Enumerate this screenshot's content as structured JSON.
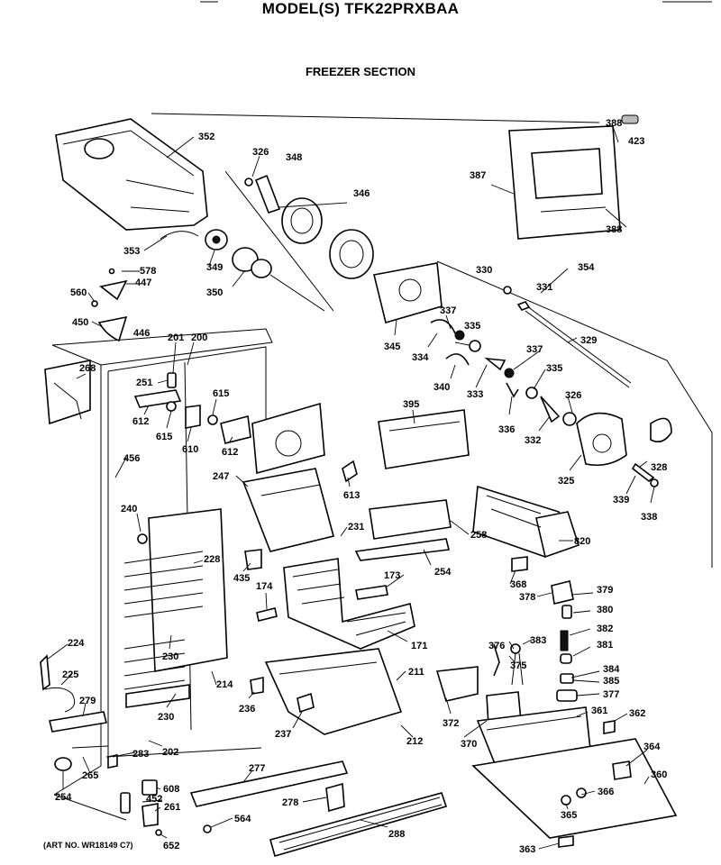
{
  "header": {
    "model_title": "MODEL(S) TFK22PRXBAA",
    "section_title": "FREEZER SECTION"
  },
  "footer": {
    "art_no": "(ART NO. WR18149 C7)"
  },
  "part_labels": [
    "352",
    "326",
    "348",
    "346",
    "388",
    "423",
    "387",
    "388",
    "353",
    "349",
    "350",
    "578",
    "447",
    "560",
    "450",
    "446",
    "345",
    "330",
    "354",
    "331",
    "337",
    "335",
    "329",
    "334",
    "337",
    "335",
    "340",
    "333",
    "336",
    "326",
    "332",
    "325",
    "328",
    "339",
    "338",
    "201",
    "200",
    "268",
    "251",
    "615",
    "612",
    "615",
    "610",
    "612",
    "395",
    "247",
    "613",
    "456",
    "240",
    "231",
    "258",
    "820",
    "228",
    "435",
    "254",
    "173",
    "174",
    "368",
    "378",
    "379",
    "380",
    "382",
    "171",
    "224",
    "376",
    "383",
    "381",
    "375",
    "384",
    "385",
    "377",
    "225",
    "230",
    "214",
    "211",
    "279",
    "230",
    "236",
    "372",
    "361",
    "362",
    "237",
    "212",
    "370",
    "202",
    "283",
    "364",
    "265",
    "277",
    "360",
    "254",
    "608",
    "452",
    "261",
    "278",
    "366",
    "564",
    "365",
    "288",
    "652",
    "363"
  ]
}
